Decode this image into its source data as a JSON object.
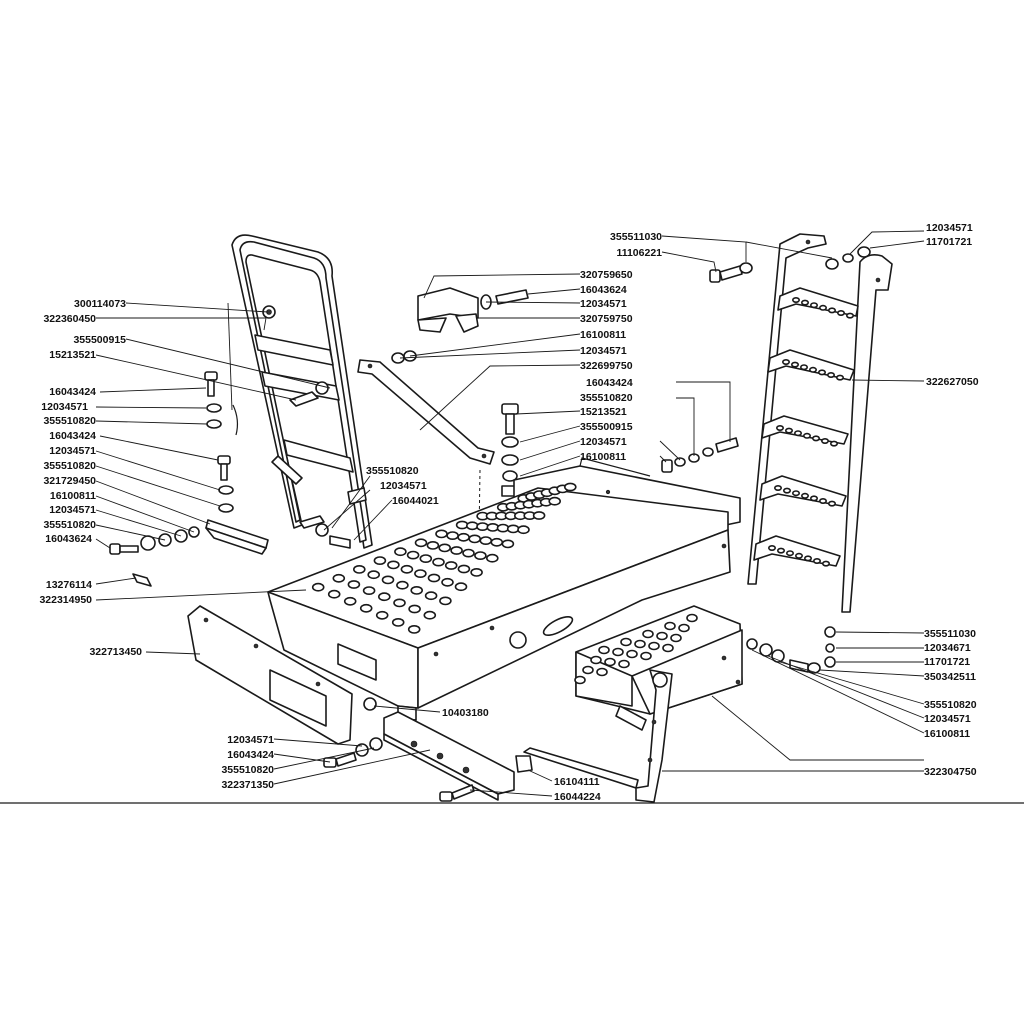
{
  "left_labels": [
    {
      "id": "l1",
      "text": "300114073"
    },
    {
      "id": "l2",
      "text": "322360450"
    },
    {
      "id": "l3",
      "text": "355500915"
    },
    {
      "id": "l4",
      "text": "15213521"
    },
    {
      "id": "l5",
      "text": "16043424"
    },
    {
      "id": "l6",
      "text": "12034571"
    },
    {
      "id": "l7",
      "text": "355510820"
    },
    {
      "id": "l8",
      "text": "16043424"
    },
    {
      "id": "l9",
      "text": "12034571"
    },
    {
      "id": "l10",
      "text": "355510820"
    },
    {
      "id": "l11",
      "text": "321729450"
    },
    {
      "id": "l12",
      "text": "16100811"
    },
    {
      "id": "l13",
      "text": "12034571"
    },
    {
      "id": "l14",
      "text": "355510820"
    },
    {
      "id": "l15",
      "text": "16043624"
    },
    {
      "id": "l16",
      "text": "13276114"
    },
    {
      "id": "l17",
      "text": "322314950"
    },
    {
      "id": "l18",
      "text": "322713450"
    }
  ],
  "center_labels": [
    {
      "id": "c1",
      "text": "320759650"
    },
    {
      "id": "c2",
      "text": "16043624"
    },
    {
      "id": "c3",
      "text": "12034571"
    },
    {
      "id": "c4",
      "text": "320759750"
    },
    {
      "id": "c5",
      "text": "16100811"
    },
    {
      "id": "c6",
      "text": "12034571"
    },
    {
      "id": "c7",
      "text": "322699750"
    },
    {
      "id": "c8",
      "text": "16043424"
    },
    {
      "id": "c9",
      "text": "355510820"
    },
    {
      "id": "c10",
      "text": "15213521"
    },
    {
      "id": "c11",
      "text": "355500915"
    },
    {
      "id": "c12",
      "text": "12034571"
    },
    {
      "id": "c13",
      "text": "16100811"
    },
    {
      "id": "c14",
      "text": "355510820"
    },
    {
      "id": "c15",
      "text": "12034571"
    },
    {
      "id": "c16",
      "text": "16044021"
    },
    {
      "id": "c17",
      "text": "355511030"
    },
    {
      "id": "c18",
      "text": "11106221"
    }
  ],
  "right_labels": [
    {
      "id": "r1",
      "text": "12034571"
    },
    {
      "id": "r2",
      "text": "11701721"
    },
    {
      "id": "r3",
      "text": "322627050"
    },
    {
      "id": "r4",
      "text": "355511030"
    },
    {
      "id": "r5",
      "text": "12034671"
    },
    {
      "id": "r6",
      "text": "11701721"
    },
    {
      "id": "r7",
      "text": "350342511"
    },
    {
      "id": "r8",
      "text": "355510820"
    },
    {
      "id": "r9",
      "text": "12034571"
    },
    {
      "id": "r10",
      "text": "16100811"
    },
    {
      "id": "r11",
      "text": "322304750"
    }
  ],
  "bottom_labels": [
    {
      "id": "b1",
      "text": "10403180"
    },
    {
      "id": "b2",
      "text": "12034571"
    },
    {
      "id": "b3",
      "text": "16043424"
    },
    {
      "id": "b4",
      "text": "355510820"
    },
    {
      "id": "b5",
      "text": "322371350"
    },
    {
      "id": "b6",
      "text": "16104111"
    },
    {
      "id": "b7",
      "text": "16044224"
    }
  ]
}
